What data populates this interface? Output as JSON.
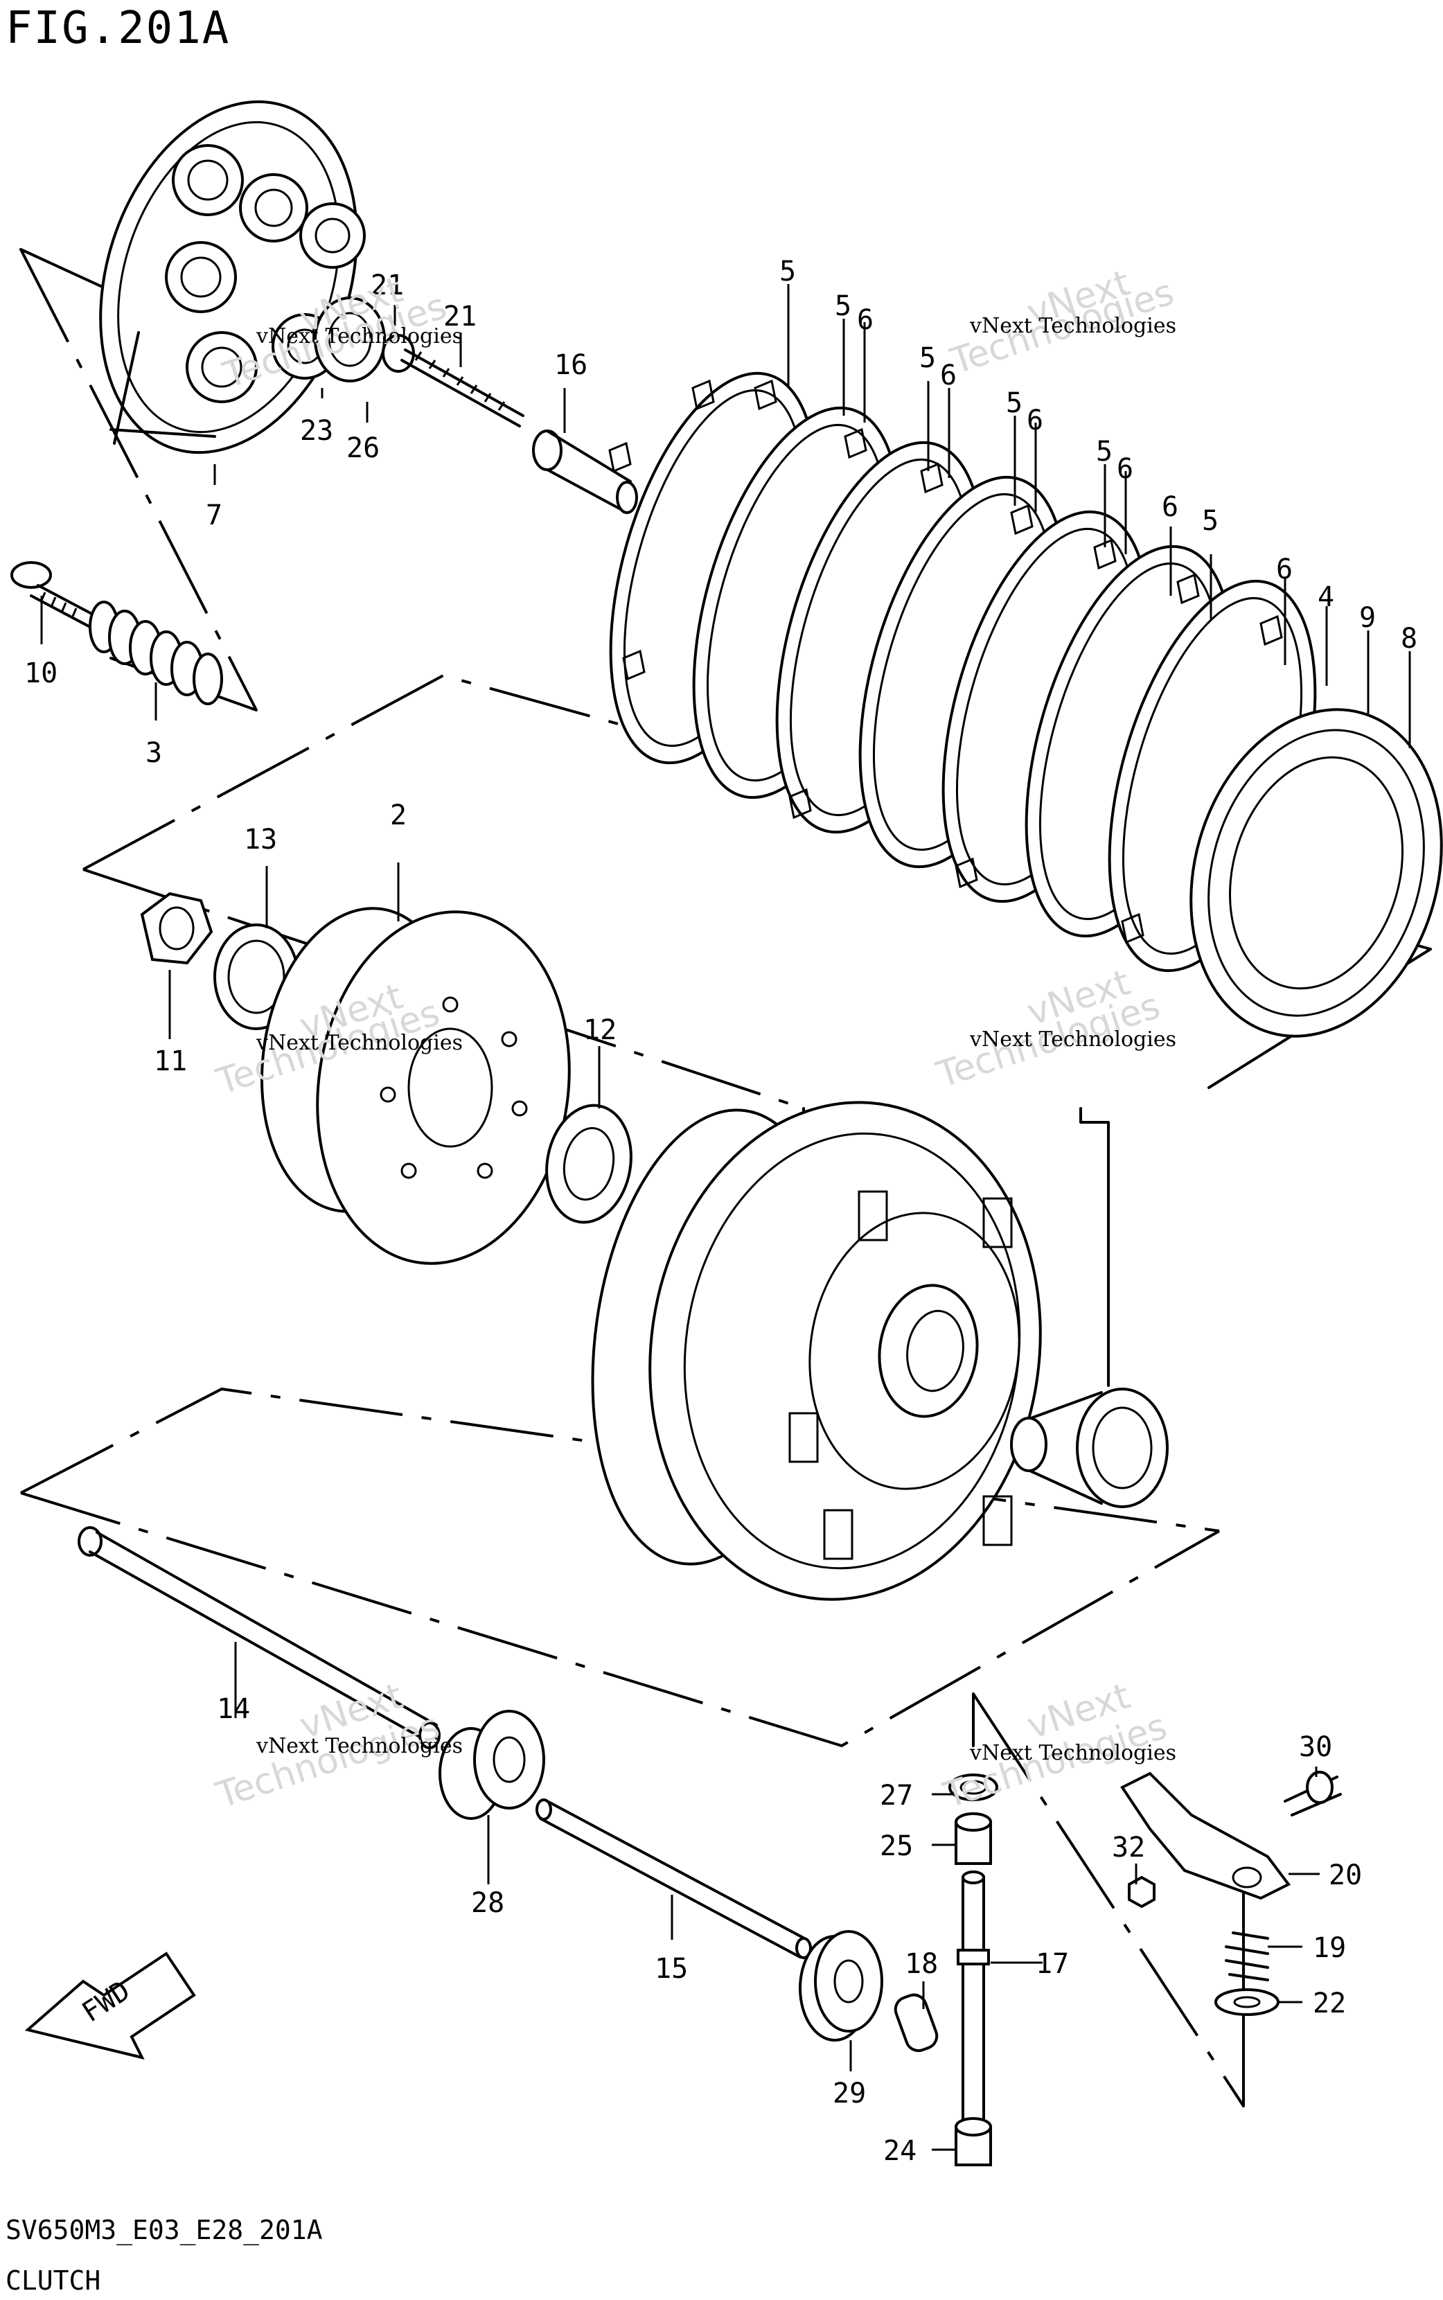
{
  "figure": {
    "title": "FIG.201A"
  },
  "footer": {
    "code": "SV650M3_E03_E28_201A",
    "name": "CLUTCH"
  },
  "watermark": {
    "line1": "vNext Technologies",
    "line2a": "vNext",
    "line2b": "Technologies"
  },
  "fwd_label": "FWD",
  "callouts": {
    "c2": "2",
    "c3": "3",
    "c4": "4",
    "c5": "5",
    "c6": "6",
    "c7": "7",
    "c8": "8",
    "c9": "9",
    "c10": "10",
    "c11": "11",
    "c12": "12",
    "c13": "13",
    "c14": "14",
    "c15": "15",
    "c16": "16",
    "c17": "17",
    "c18": "18",
    "c19": "19",
    "c20": "20",
    "c21": "21",
    "c22": "22",
    "c23": "23",
    "c24": "24",
    "c25": "25",
    "c26": "26",
    "c27": "27",
    "c28": "28",
    "c29": "29",
    "c30": "30",
    "c32": "32"
  }
}
